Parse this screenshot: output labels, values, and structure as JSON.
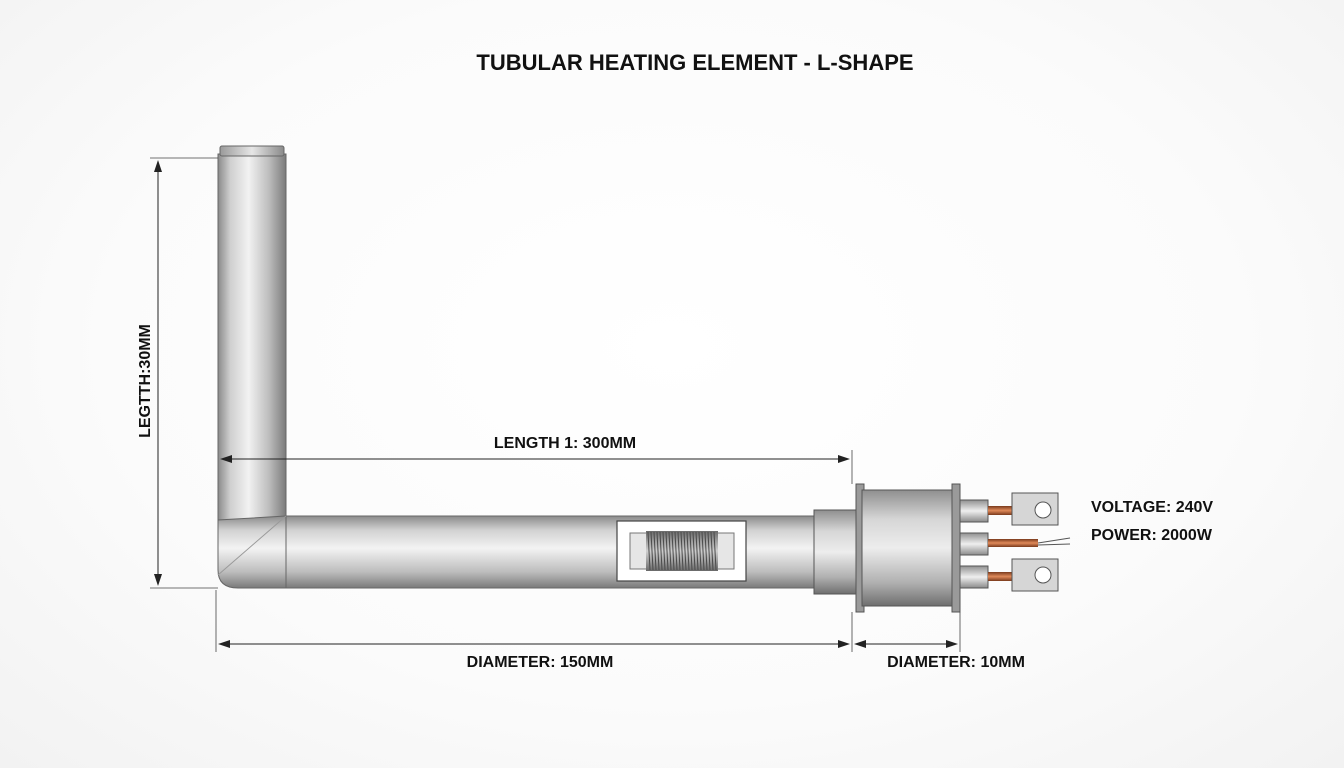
{
  "title": "TUBULAR HEATING ELEMENT - L-SHAPE",
  "dimensions": {
    "vertical_length": "LEGTTH:30MM",
    "horizontal_length": "LENGTH 1: 300MM",
    "diameter_main": "DIAMETER: 150MM",
    "diameter_terminal": "DIAMETER: 10MM"
  },
  "specs": {
    "voltage": "VOLTAGE: 240V",
    "power": "POWER: 2000W"
  },
  "colors": {
    "tube_light": "#e8e8e8",
    "tube_mid": "#b9b9b9",
    "tube_dark": "#7d7d7d",
    "copper": "#b8663a",
    "outline": "#555555"
  }
}
